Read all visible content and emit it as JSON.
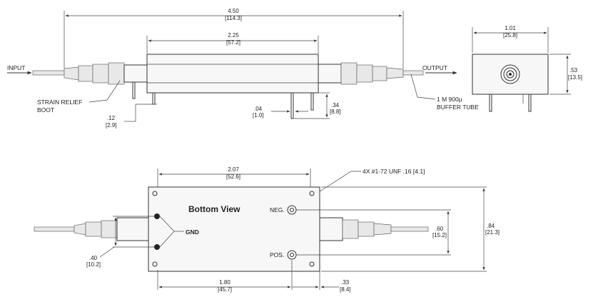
{
  "top_view": {
    "input_label": "INPUT",
    "output_label": "OUTPUT",
    "strain_relief_line1": "STRAIN RELIEF",
    "strain_relief_line2": "BOOT",
    "buffer_tube_line1": "1 M 900µ",
    "buffer_tube_line2": "BUFFER TUBE",
    "dim_overall_in": "4.50",
    "dim_overall_mm": "[114.3]",
    "dim_body_in": "2.25",
    "dim_body_mm": "[57.2]",
    "dim_pin_offset_in": ".12",
    "dim_pin_offset_mm": "[2.9]",
    "dim_pin_dia_in": ".04",
    "dim_pin_dia_mm": "[1.0]",
    "dim_pin_len_in": ".34",
    "dim_pin_len_mm": "[8.8]"
  },
  "end_view": {
    "dim_width_in": "1.01",
    "dim_width_mm": "[25.8]",
    "dim_height_in": ".53",
    "dim_height_mm": "[13.5]"
  },
  "bottom_view": {
    "title": "Bottom View",
    "gnd_label": "GND",
    "neg_label": "NEG.",
    "pos_label": "POS.",
    "thread_note": "4X #1-72 UNF .16 [4.1]",
    "dim_top_in": "2.07",
    "dim_top_mm": "[52.6]",
    "dim_bottom_in": "1.80",
    "dim_bottom_mm": "[45.7]",
    "dim_right_offset_in": ".33",
    "dim_right_offset_mm": "[8.4]",
    "dim_gnd_spacing_in": ".40",
    "dim_gnd_spacing_mm": "[10.2]",
    "dim_pin_spacing_in": ".60",
    "dim_pin_spacing_mm": "[15.2]",
    "dim_height_in": ".84",
    "dim_height_mm": "[21.3]"
  }
}
